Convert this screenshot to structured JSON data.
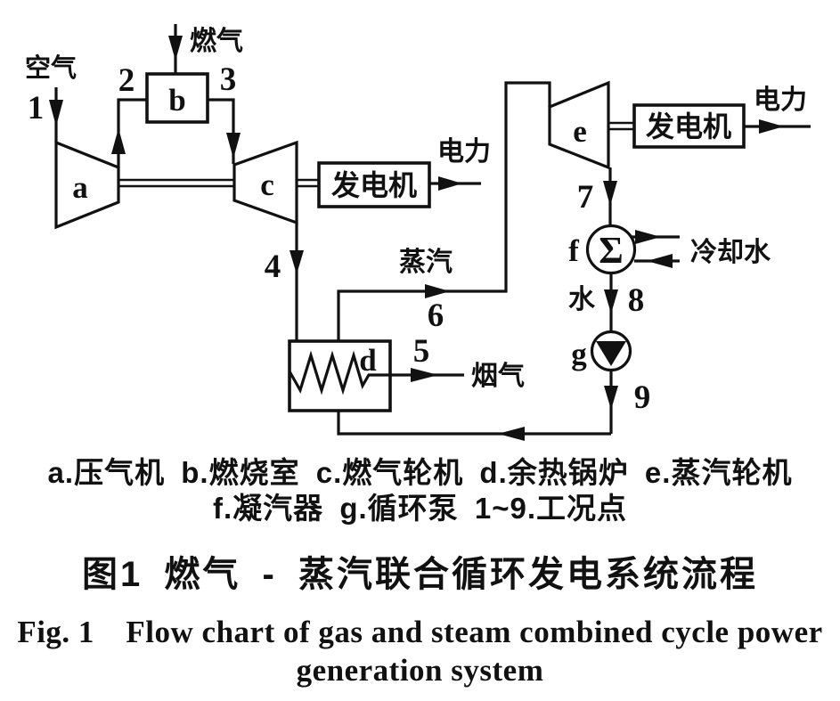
{
  "figure": {
    "streams": {
      "air": "空气",
      "fuel_gas": "燃气",
      "steam": "蒸汽",
      "flue_gas": "烟气",
      "cooling_water": "冷却水",
      "water": "水",
      "power_left": "电力",
      "power_right": "电力"
    },
    "components": {
      "a": "a",
      "b": "b",
      "c": "c",
      "d": "d",
      "e": "e",
      "f": "f",
      "g": "g",
      "generator_left": "发电机",
      "generator_right": "发电机",
      "condenser_symbol": "Σ"
    },
    "points": {
      "p1": "1",
      "p2": "2",
      "p3": "3",
      "p4": "4",
      "p5": "5",
      "p6": "6",
      "p7": "7",
      "p8": "8",
      "p9": "9"
    }
  },
  "caption": {
    "legend_line1": "a.压气机 b.燃烧室 c.燃气轮机 d.余热锅炉 e.蒸汽轮机",
    "legend_line2": "f.凝汽器 g.循环泵 1~9.工况点",
    "title_cn": "图1  燃气 - 蒸汽联合循环发电系统流程",
    "title_en_line1": "Fig. 1　Flow chart of gas and steam combined cycle power",
    "title_en_line2": "generation system"
  },
  "colors": {
    "ink": "#111111",
    "background": "#ffffff"
  }
}
